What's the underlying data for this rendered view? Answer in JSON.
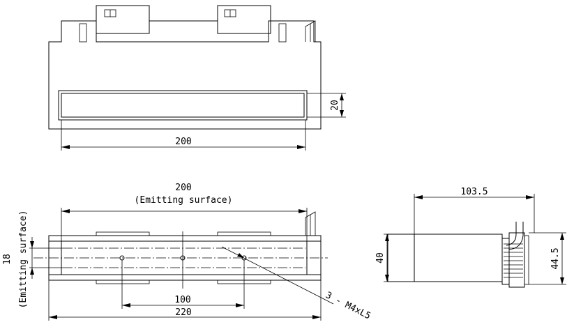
{
  "top_view": {
    "width_dim": "200",
    "height_dim": "20"
  },
  "front_view": {
    "emit_width_dim": "200",
    "emit_width_label": "(Emitting surface)",
    "emit_height_dim": "18",
    "emit_height_label": "(Emitting surface)",
    "pitch_dim": "100",
    "overall_dim": "220",
    "hole_callout": "3 - M4xL5"
  },
  "side_view": {
    "depth_dim": "103.5",
    "body_height_dim": "40",
    "connector_height_dim": "44.5"
  }
}
